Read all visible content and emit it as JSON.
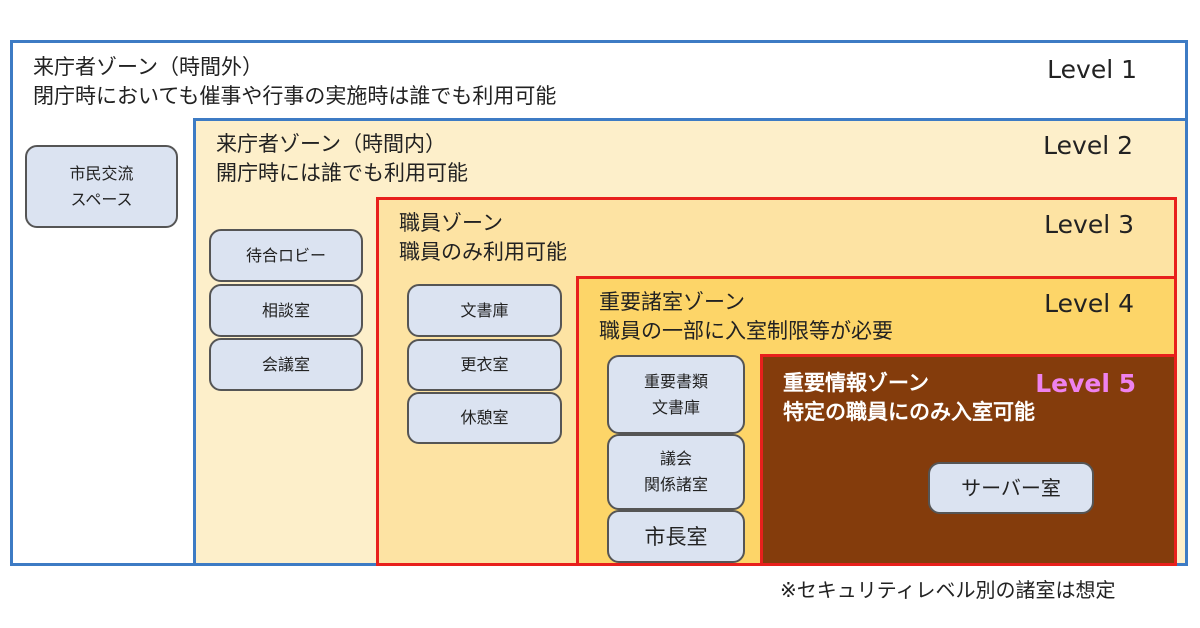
{
  "zones": [
    {
      "name": "来庁者ゾーン（時間外）",
      "desc": "閉庁時においても催事や行事の実施時は誰でも利用可能",
      "level": "Level 1"
    },
    {
      "name": "来庁者ゾーン（時間内）",
      "desc": "開庁時には誰でも利用可能",
      "level": "Level 2"
    },
    {
      "name": "職員ゾーン",
      "desc": "職員のみ利用可能",
      "level": "Level 3"
    },
    {
      "name": "重要諸室ゾーン",
      "desc": "職員の一部に入室制限等が必要",
      "level": "Level 4"
    },
    {
      "name": "重要情報ゾーン",
      "desc": "特定の職員にのみ入室可能",
      "level": "Level 5"
    }
  ],
  "rooms": {
    "l1": [
      "市民交流\nスペース"
    ],
    "l2": [
      "待合ロビー",
      "相談室",
      "会議室"
    ],
    "l3": [
      "文書庫",
      "更衣室",
      "休憩室"
    ],
    "l4": [
      "重要書類\n文書庫",
      "議会\n関係諸室",
      "市長室"
    ],
    "l5": [
      "サーバー室"
    ]
  },
  "colors": {
    "level5_label": "#ee82ee"
  },
  "note": "※セキュリティレベル別の諸室は想定"
}
